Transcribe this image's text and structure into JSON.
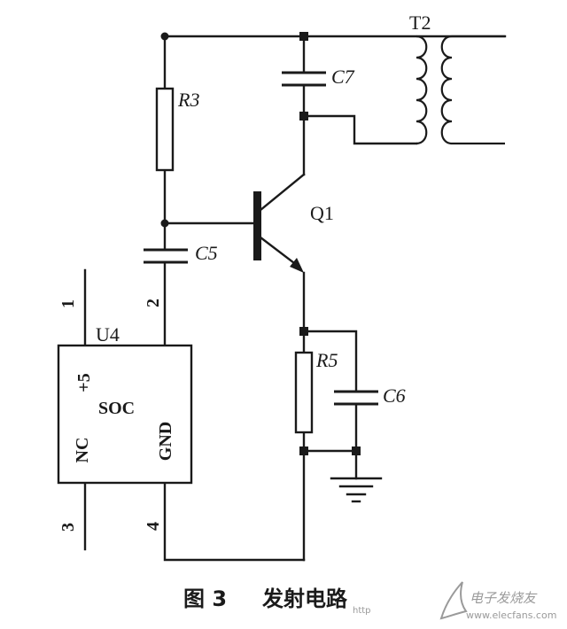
{
  "diagram": {
    "labels": {
      "T2": "T2",
      "R3": "R3",
      "C7": "C7",
      "Q1": "Q1",
      "C5": "C5",
      "R5": "R5",
      "C6": "C6",
      "U4": "U4",
      "pin_1": "1",
      "pin_2": "2",
      "pin_3": "3",
      "pin_4": "4",
      "chip_plus5": "+5",
      "chip_soc": "SOC",
      "chip_nc": "NC",
      "chip_gnd": "GND"
    },
    "caption": {
      "figure": "图 3",
      "title": "发射电路"
    },
    "watermark": {
      "site_cn": "电子发烧友",
      "site_url": "www.elecfans.com",
      "http": "http"
    }
  }
}
